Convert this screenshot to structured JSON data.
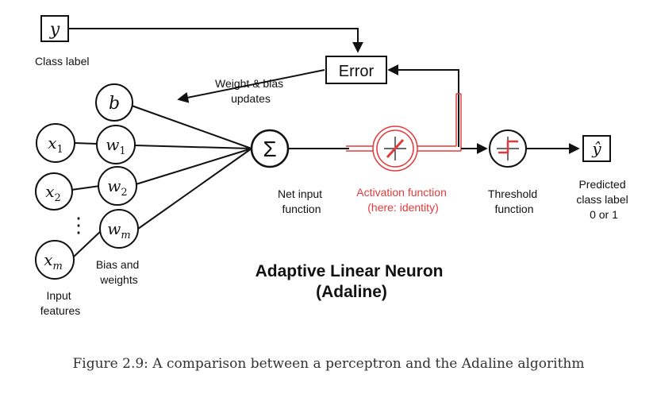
{
  "diagram": {
    "nodes": {
      "y_box": "y",
      "error_box": "Error",
      "bias": "b",
      "x1": "x",
      "x1_sub": "1",
      "x2": "x",
      "x2_sub": "2",
      "xm": "x",
      "xm_sub": "m",
      "w1": "w",
      "w1_sub": "1",
      "w2": "w",
      "w2_sub": "2",
      "wm": "w",
      "wm_sub": "m",
      "sum_symbol": "Σ",
      "yhat": "ŷ",
      "ellipsis": "⋮"
    },
    "labels": {
      "class_label": "Class label",
      "weight_bias_updates": [
        "Weight & bias",
        "updates"
      ],
      "net_input": [
        "Net input",
        "function"
      ],
      "activation": [
        "Activation function",
        "(here: identity)"
      ],
      "threshold": [
        "Threshold",
        "function"
      ],
      "predicted": [
        "Predicted",
        "class label",
        "0 or 1"
      ],
      "bias_weights": [
        "Bias and",
        "weights"
      ],
      "input_features": [
        "Input",
        "features"
      ]
    },
    "title": [
      "Adaptive Linear Neuron",
      "(Adaline)"
    ],
    "colors": {
      "line": "#111111",
      "activation": "#e23a3a"
    }
  },
  "caption": "Figure 2.9: A comparison between a perceptron and the Adaline algorithm"
}
